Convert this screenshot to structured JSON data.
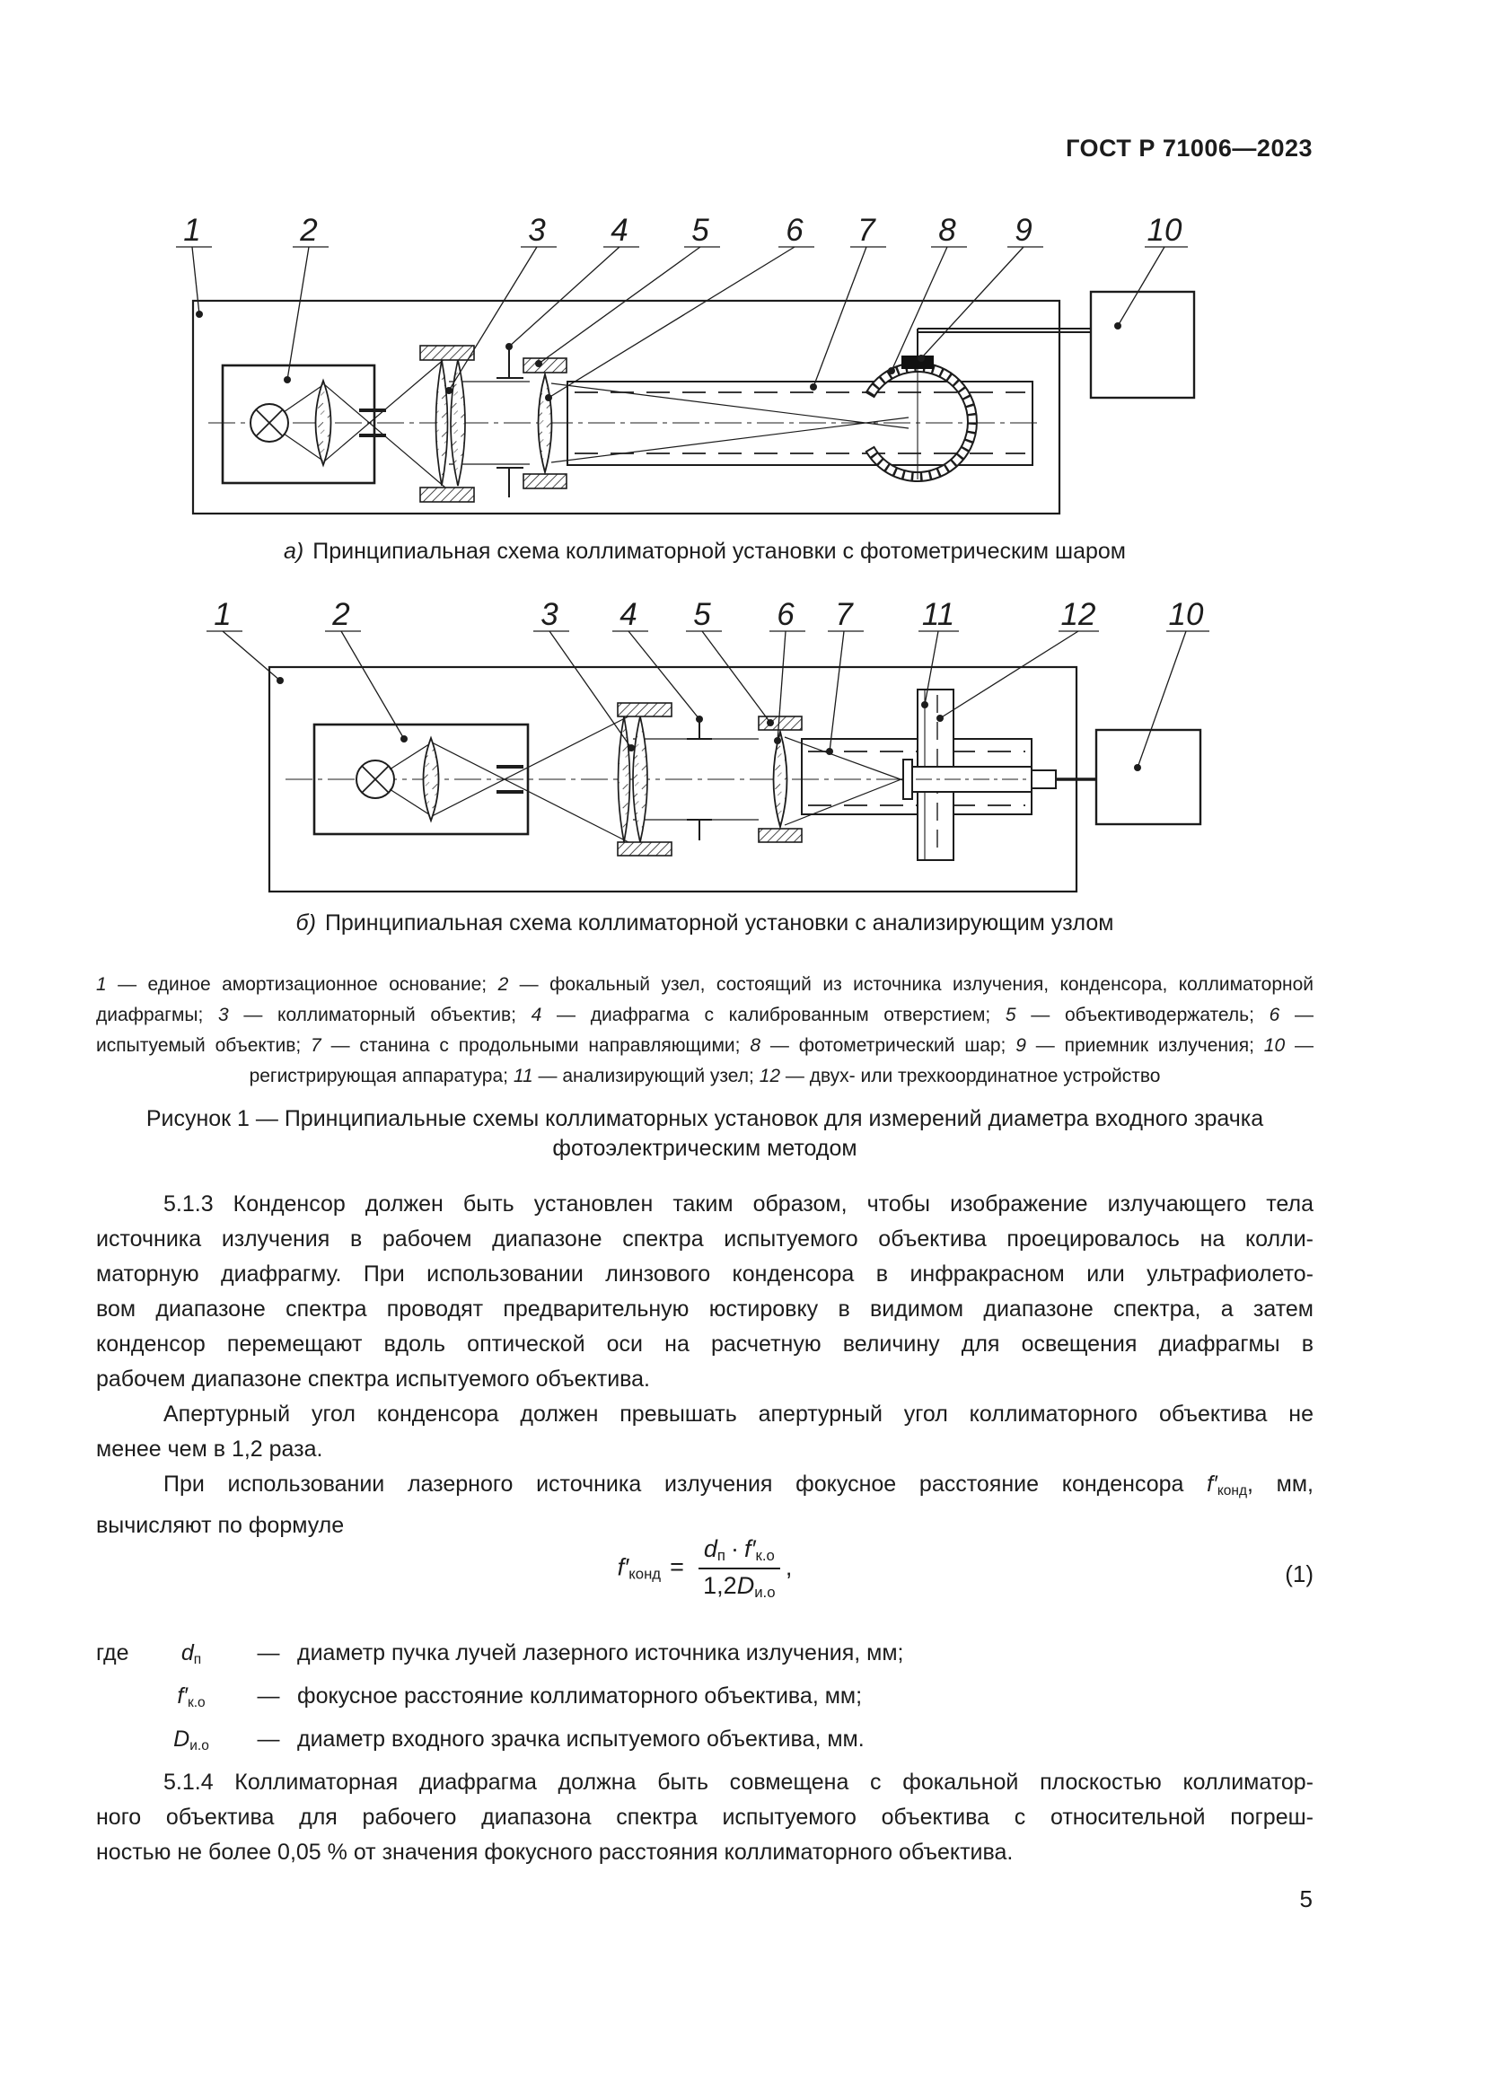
{
  "page": {
    "header": "ГОСТ Р 71006—2023",
    "number": "5"
  },
  "figure": {
    "caption_a": {
      "letter": "а)",
      "text": "Принципиальная схема коллиматорной установки с фотометрическим шаром"
    },
    "caption_b": {
      "letter": "б)",
      "text": "Принципиальная схема коллиматорной установки с анализирующим узлом"
    },
    "legend_lines": [
      "1 — единое амортизационное основание; 2 — фокальный узел, состоящий из источника излучения, конденсора, коллиматорной",
      "диафрагмы; 3 — коллиматорный объектив; 4 — диафрагма с калиброванным отверстием; 5 — объективодержатель; 6 —",
      "испытуемый объектив; 7 — станина с продольными направляющими; 8 — фотометрический шар; 9 — приемник излучения; 10 —",
      "регистрирующая аппаратура; 11 — анализирующий узел; 12 — двух- или трехкоординатное устройство"
    ],
    "title_line1": "Рисунок 1 — Принципиальные схемы коллиматорных установок для измерений диаметра входного зрачка",
    "title_line2": "фотоэлектрическим методом",
    "diagram_a": {
      "labels": [
        "1",
        "2",
        "3",
        "4",
        "5",
        "6",
        "7",
        "8",
        "9",
        "10"
      ]
    },
    "diagram_b": {
      "labels": [
        "1",
        "2",
        "3",
        "4",
        "5",
        "6",
        "7",
        "11",
        "12",
        "10"
      ]
    }
  },
  "body": {
    "p513_lines": [
      "5.1.3 Конденсор должен быть установлен таким образом, чтобы изображение излучающего тела",
      "источника излучения в рабочем диапазоне спектра испытуемого объектива проецировалось на колли-",
      "маторную диафрагму. При использовании линзового конденсора в инфракрасном или ультрафиолето-",
      "вом диапазоне спектра проводят предварительную юстировку в видимом диапазоне спектра, а затем",
      "конденсор перемещают вдоль оптической оси на расчетную величину для освещения диафрагмы в",
      "рабочем диапазоне спектра испытуемого объектива."
    ],
    "p_aperture_lines": [
      "Апертурный угол конденсора должен превышать апертурный угол коллиматорного объектива не",
      "менее чем в 1,2 раза."
    ],
    "p_laser": {
      "before": "При использовании лазерного источника излучения фокусное расстояние конденсора ",
      "sym": "f′",
      "sub": "конд",
      "after": ", мм,",
      "line2": "вычисляют по формуле"
    },
    "formula": {
      "lhs": "f′",
      "lhs_sub": "конд",
      "eq": "=",
      "num_d": "d",
      "num_d_sub": "п",
      "times": "·",
      "num_f": "f′",
      "num_f_sub": "к.о",
      "den_coef": "1,2",
      "den_var": "D",
      "den_sub": "и.о",
      "tail": ",",
      "number": "(1)"
    },
    "where": {
      "intro": "где",
      "dash": "—",
      "rows": [
        {
          "sym": "d",
          "sub": "п",
          "desc": "диаметр пучка лучей лазерного источника излучения, мм;"
        },
        {
          "sym": "f′",
          "sub": "к.о",
          "desc": "фокусное расстояние коллиматорного объектива, мм;"
        },
        {
          "sym": "D",
          "sub": "и.о",
          "desc": "диаметр входного зрачка испытуемого объектива, мм."
        }
      ]
    },
    "p514_lines": [
      "5.1.4 Коллиматорная диафрагма должна быть совмещена с фокальной плоскостью коллиматор-",
      "ного объектива для рабочего диапазона спектра испытуемого объектива с относительной погреш-",
      "ностью не более 0,05 % от значения фокусного расстояния коллиматорного объектива."
    ]
  }
}
